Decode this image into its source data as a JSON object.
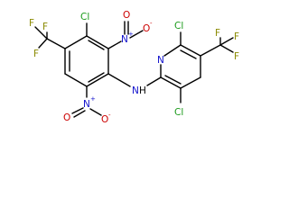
{
  "molecule": {
    "atoms": {
      "cl_top_left": "Cl",
      "cl_top_right": "Cl",
      "cl_bottom_right": "Cl",
      "f1": "F",
      "f2": "F",
      "f3": "F",
      "f4": "F",
      "f5": "F",
      "f6": "F",
      "n_plus_top": "N",
      "n_plus_top_charge": "+",
      "o_top": "O",
      "o_top_charge": "-",
      "o_top_dbl": "O",
      "n_plus_bottom": "N",
      "n_plus_bottom_charge": "+",
      "o_bottom": "O",
      "o_bottom_charge": "-",
      "o_bottom_dbl": "O",
      "n_pyridine": "N",
      "nh": "N",
      "nh_h": "H"
    }
  }
}
